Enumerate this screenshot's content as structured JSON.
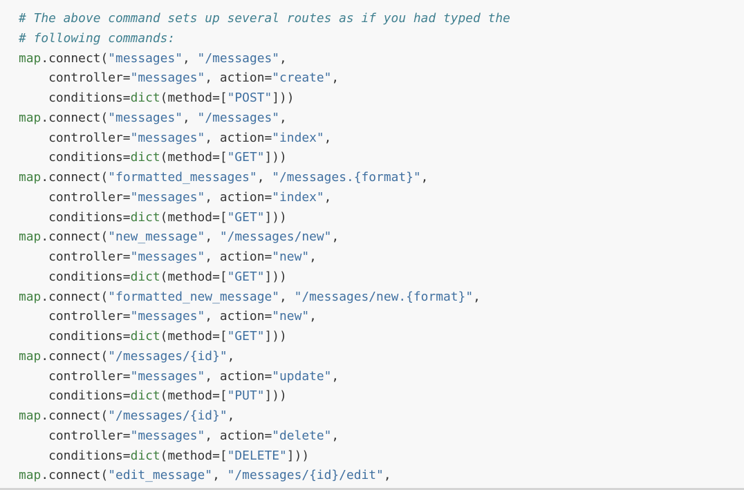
{
  "code": {
    "lines": [
      [
        {
          "t": "# The above command sets up several routes as if you had typed the",
          "k": "c"
        }
      ],
      [
        {
          "t": "# following commands:",
          "k": "c"
        }
      ],
      [
        {
          "t": "map",
          "k": "map"
        },
        {
          "t": ".connect(",
          "k": "n"
        },
        {
          "t": "\"messages\"",
          "k": "s"
        },
        {
          "t": ", ",
          "k": "n"
        },
        {
          "t": "\"/messages\"",
          "k": "s"
        },
        {
          "t": ",",
          "k": "n"
        }
      ],
      [
        {
          "t": "    controller=",
          "k": "n"
        },
        {
          "t": "\"messages\"",
          "k": "s"
        },
        {
          "t": ", action=",
          "k": "n"
        },
        {
          "t": "\"create\"",
          "k": "s"
        },
        {
          "t": ",",
          "k": "n"
        }
      ],
      [
        {
          "t": "    conditions=",
          "k": "n"
        },
        {
          "t": "dict",
          "k": "b"
        },
        {
          "t": "(method=[",
          "k": "n"
        },
        {
          "t": "\"POST\"",
          "k": "s"
        },
        {
          "t": "]))",
          "k": "n"
        }
      ],
      [
        {
          "t": "map",
          "k": "map"
        },
        {
          "t": ".connect(",
          "k": "n"
        },
        {
          "t": "\"messages\"",
          "k": "s"
        },
        {
          "t": ", ",
          "k": "n"
        },
        {
          "t": "\"/messages\"",
          "k": "s"
        },
        {
          "t": ",",
          "k": "n"
        }
      ],
      [
        {
          "t": "    controller=",
          "k": "n"
        },
        {
          "t": "\"messages\"",
          "k": "s"
        },
        {
          "t": ", action=",
          "k": "n"
        },
        {
          "t": "\"index\"",
          "k": "s"
        },
        {
          "t": ",",
          "k": "n"
        }
      ],
      [
        {
          "t": "    conditions=",
          "k": "n"
        },
        {
          "t": "dict",
          "k": "b"
        },
        {
          "t": "(method=[",
          "k": "n"
        },
        {
          "t": "\"GET\"",
          "k": "s"
        },
        {
          "t": "]))",
          "k": "n"
        }
      ],
      [
        {
          "t": "map",
          "k": "map"
        },
        {
          "t": ".connect(",
          "k": "n"
        },
        {
          "t": "\"formatted_messages\"",
          "k": "s"
        },
        {
          "t": ", ",
          "k": "n"
        },
        {
          "t": "\"/messages.{format}\"",
          "k": "s"
        },
        {
          "t": ",",
          "k": "n"
        }
      ],
      [
        {
          "t": "    controller=",
          "k": "n"
        },
        {
          "t": "\"messages\"",
          "k": "s"
        },
        {
          "t": ", action=",
          "k": "n"
        },
        {
          "t": "\"index\"",
          "k": "s"
        },
        {
          "t": ",",
          "k": "n"
        }
      ],
      [
        {
          "t": "    conditions=",
          "k": "n"
        },
        {
          "t": "dict",
          "k": "b"
        },
        {
          "t": "(method=[",
          "k": "n"
        },
        {
          "t": "\"GET\"",
          "k": "s"
        },
        {
          "t": "]))",
          "k": "n"
        }
      ],
      [
        {
          "t": "map",
          "k": "map"
        },
        {
          "t": ".connect(",
          "k": "n"
        },
        {
          "t": "\"new_message\"",
          "k": "s"
        },
        {
          "t": ", ",
          "k": "n"
        },
        {
          "t": "\"/messages/new\"",
          "k": "s"
        },
        {
          "t": ",",
          "k": "n"
        }
      ],
      [
        {
          "t": "    controller=",
          "k": "n"
        },
        {
          "t": "\"messages\"",
          "k": "s"
        },
        {
          "t": ", action=",
          "k": "n"
        },
        {
          "t": "\"new\"",
          "k": "s"
        },
        {
          "t": ",",
          "k": "n"
        }
      ],
      [
        {
          "t": "    conditions=",
          "k": "n"
        },
        {
          "t": "dict",
          "k": "b"
        },
        {
          "t": "(method=[",
          "k": "n"
        },
        {
          "t": "\"GET\"",
          "k": "s"
        },
        {
          "t": "]))",
          "k": "n"
        }
      ],
      [
        {
          "t": "map",
          "k": "map"
        },
        {
          "t": ".connect(",
          "k": "n"
        },
        {
          "t": "\"formatted_new_message\"",
          "k": "s"
        },
        {
          "t": ", ",
          "k": "n"
        },
        {
          "t": "\"/messages/new.{format}\"",
          "k": "s"
        },
        {
          "t": ",",
          "k": "n"
        }
      ],
      [
        {
          "t": "    controller=",
          "k": "n"
        },
        {
          "t": "\"messages\"",
          "k": "s"
        },
        {
          "t": ", action=",
          "k": "n"
        },
        {
          "t": "\"new\"",
          "k": "s"
        },
        {
          "t": ",",
          "k": "n"
        }
      ],
      [
        {
          "t": "    conditions=",
          "k": "n"
        },
        {
          "t": "dict",
          "k": "b"
        },
        {
          "t": "(method=[",
          "k": "n"
        },
        {
          "t": "\"GET\"",
          "k": "s"
        },
        {
          "t": "]))",
          "k": "n"
        }
      ],
      [
        {
          "t": "map",
          "k": "map"
        },
        {
          "t": ".connect(",
          "k": "n"
        },
        {
          "t": "\"/messages/{id}\"",
          "k": "s"
        },
        {
          "t": ",",
          "k": "n"
        }
      ],
      [
        {
          "t": "    controller=",
          "k": "n"
        },
        {
          "t": "\"messages\"",
          "k": "s"
        },
        {
          "t": ", action=",
          "k": "n"
        },
        {
          "t": "\"update\"",
          "k": "s"
        },
        {
          "t": ",",
          "k": "n"
        }
      ],
      [
        {
          "t": "    conditions=",
          "k": "n"
        },
        {
          "t": "dict",
          "k": "b"
        },
        {
          "t": "(method=[",
          "k": "n"
        },
        {
          "t": "\"PUT\"",
          "k": "s"
        },
        {
          "t": "]))",
          "k": "n"
        }
      ],
      [
        {
          "t": "map",
          "k": "map"
        },
        {
          "t": ".connect(",
          "k": "n"
        },
        {
          "t": "\"/messages/{id}\"",
          "k": "s"
        },
        {
          "t": ",",
          "k": "n"
        }
      ],
      [
        {
          "t": "    controller=",
          "k": "n"
        },
        {
          "t": "\"messages\"",
          "k": "s"
        },
        {
          "t": ", action=",
          "k": "n"
        },
        {
          "t": "\"delete\"",
          "k": "s"
        },
        {
          "t": ",",
          "k": "n"
        }
      ],
      [
        {
          "t": "    conditions=",
          "k": "n"
        },
        {
          "t": "dict",
          "k": "b"
        },
        {
          "t": "(method=[",
          "k": "n"
        },
        {
          "t": "\"DELETE\"",
          "k": "s"
        },
        {
          "t": "]))",
          "k": "n"
        }
      ],
      [
        {
          "t": "map",
          "k": "map"
        },
        {
          "t": ".connect(",
          "k": "n"
        },
        {
          "t": "\"edit_message\"",
          "k": "s"
        },
        {
          "t": ", ",
          "k": "n"
        },
        {
          "t": "\"/messages/{id}/edit\"",
          "k": "s"
        },
        {
          "t": ",",
          "k": "n"
        }
      ]
    ]
  },
  "colors": {
    "background": "#f8f8f8",
    "comment": "#408090",
    "string": "#4070a0",
    "builtin": "#408040",
    "text": "#333333",
    "bottom_border": "#d5d5d5"
  }
}
